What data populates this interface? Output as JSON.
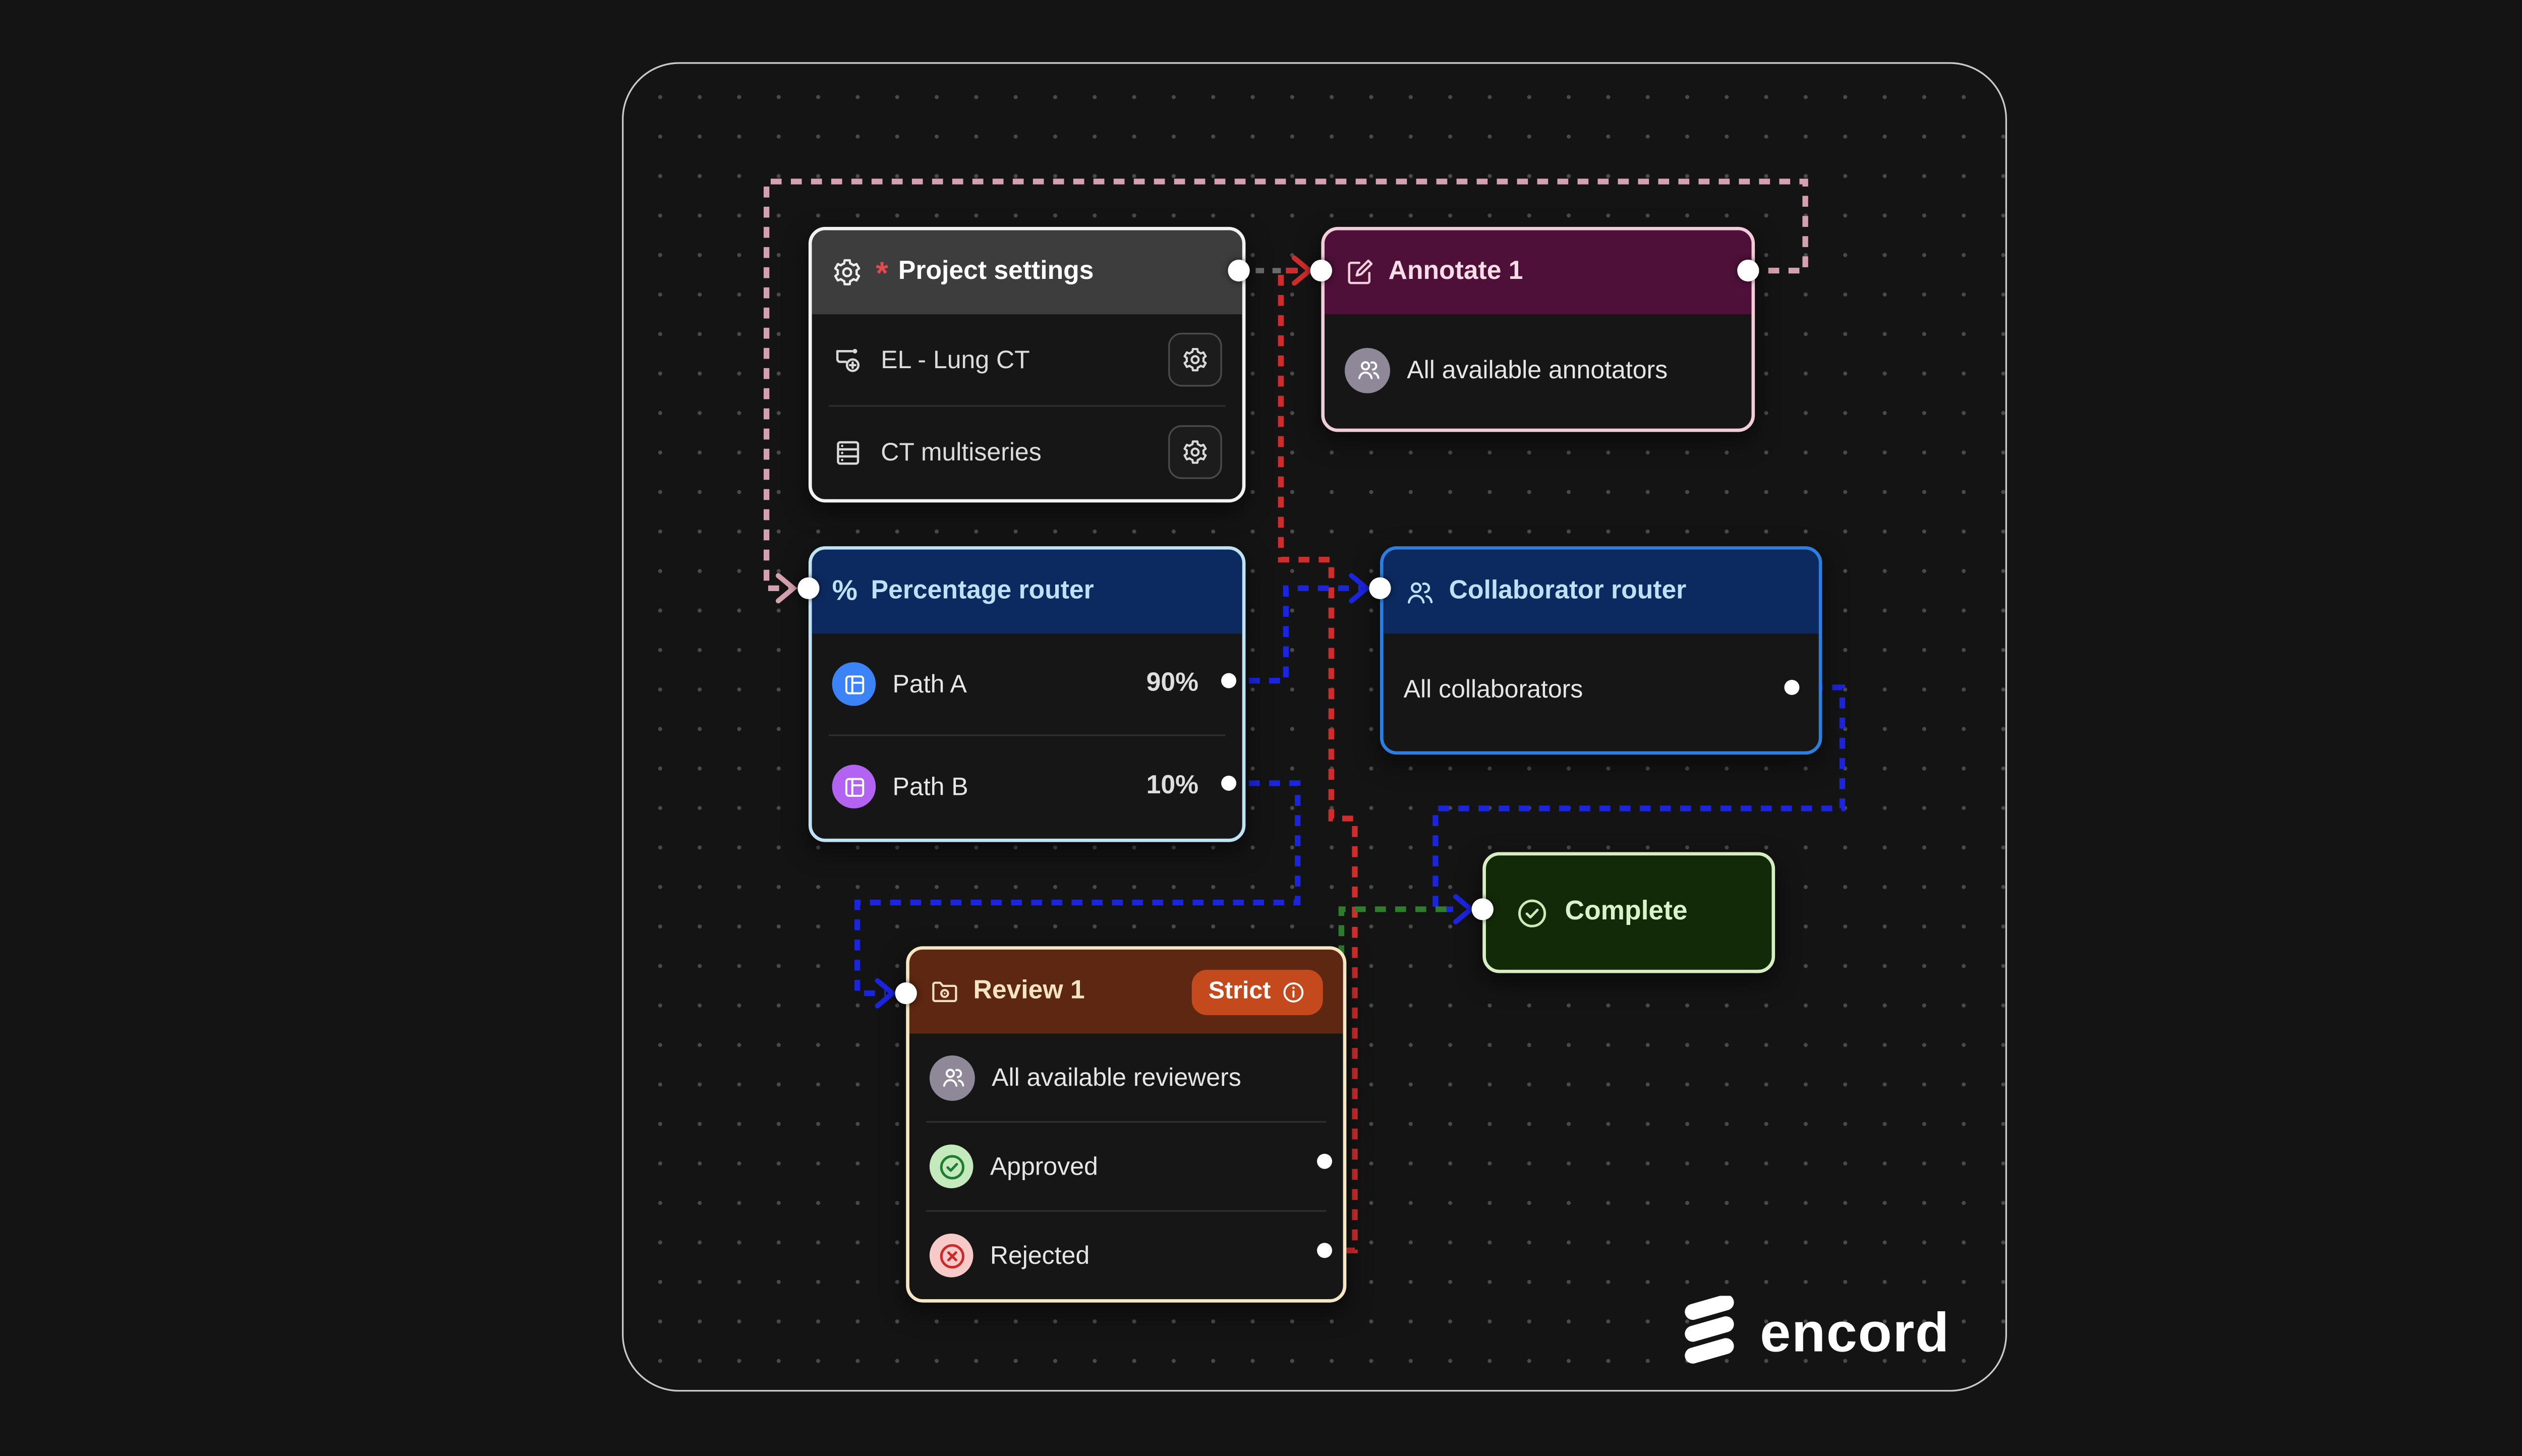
{
  "canvas": {
    "logo_text": "encord"
  },
  "nodes": {
    "project_settings": {
      "title": "Project settings",
      "required_marker": "*",
      "rows": [
        {
          "icon": "workflow-plus-icon",
          "label": "EL - Lung CT"
        },
        {
          "icon": "dataset-icon",
          "label": "CT multiseries"
        }
      ]
    },
    "annotate": {
      "title": "Annotate 1",
      "assignee": "All available annotators"
    },
    "percentage_router": {
      "title": "Percentage router",
      "icon_glyph": "%",
      "rows": [
        {
          "label": "Path A",
          "value": "90%",
          "icon_color": "#3c83f7"
        },
        {
          "label": "Path B",
          "value": "10%",
          "icon_color": "#b263f1"
        }
      ]
    },
    "collaborator_router": {
      "title": "Collaborator router",
      "row_label": "All collaborators"
    },
    "complete": {
      "title": "Complete"
    },
    "review": {
      "title": "Review 1",
      "badge": "Strict",
      "assignee": "All available reviewers",
      "outcomes": [
        {
          "label": "Approved",
          "status_color": "#1e7c30"
        },
        {
          "label": "Rejected",
          "status_color": "#cd2929"
        }
      ]
    }
  },
  "connections": [
    {
      "name": "project-settings-to-annotate",
      "color": "#6a6a6a"
    },
    {
      "name": "annotate-loop-to-percentage-router",
      "color": "#d4a2ae"
    },
    {
      "name": "rejected-loop-to-annotate",
      "color": "#cf2d2d"
    },
    {
      "name": "path-a-to-collaborator-router",
      "color": "#1c25de"
    },
    {
      "name": "path-b-to-review",
      "color": "#1c25de"
    },
    {
      "name": "collaborator-router-to-complete",
      "color": "#1c25de"
    },
    {
      "name": "approved-to-complete",
      "color": "#2d7d2d"
    }
  ],
  "colors": {
    "panel_border": "#c9c9c9",
    "project_settings_header": "#3d3d3d",
    "annotate_header": "#4e1038",
    "router_header": "#0d2a60",
    "review_header": "#5d2711",
    "strict_badge": "#c44a1e",
    "complete_fill": "#132a08",
    "complete_border": "#d6eec2",
    "required_red": "#e5484d"
  }
}
